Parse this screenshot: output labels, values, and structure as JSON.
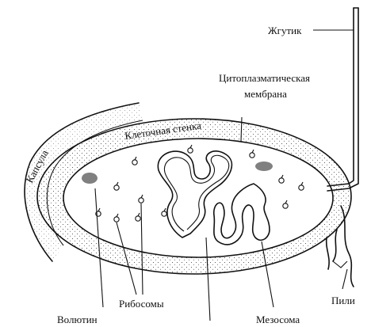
{
  "labels": {
    "flagellum": "Жгутик",
    "cytoplasmic_membrane_line1": "Цитоплазматическая",
    "cytoplasmic_membrane_line2": "мембрана",
    "cell_wall": "Клеточная  стенка",
    "capsule": "Капсула",
    "pili": "Пили",
    "ribosomes": "Рибосомы",
    "volutin": "Волютин",
    "mesosome": "Мезосома"
  }
}
